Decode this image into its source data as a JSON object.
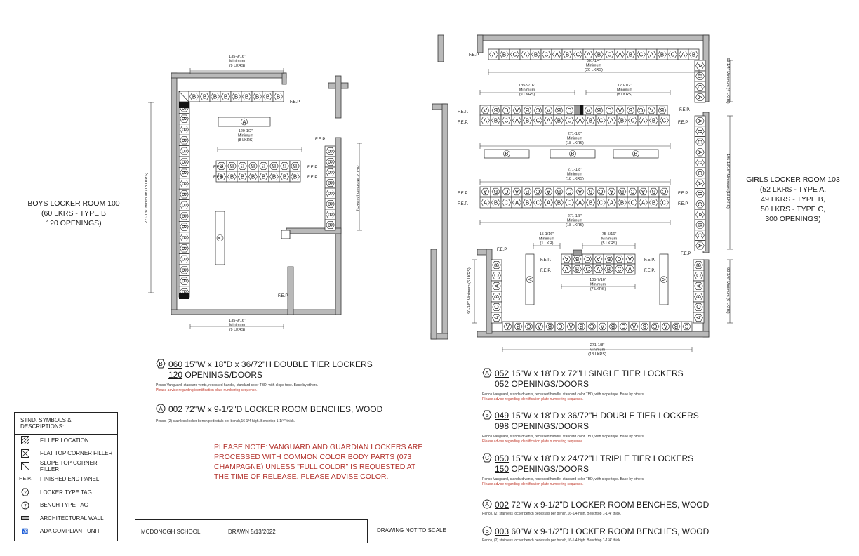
{
  "boys_room": {
    "title_lines": [
      "BOYS LOCKER ROOM 100",
      "(60 LKRS - TYPE B",
      "120 OPENINGS)"
    ],
    "dims": {
      "top": [
        "135-9/16\"",
        "Minimum",
        "(9 LKRS)"
      ],
      "bottom": [
        "135-9/16\"",
        "Minimum",
        "(9 LKRS)"
      ],
      "center": [
        "120-1/2\"",
        "Minimum",
        "(8 LKRS)"
      ],
      "left": "271-1/8\" Minimum (18 LKRS)",
      "right": "120-1/2\" Minimum (8 LKRS)"
    },
    "fep": "F.E.P.",
    "locker_letter": "B",
    "bench_a": "A",
    "bench_v": "V"
  },
  "girls_room": {
    "title_lines": [
      "GIRLS LOCKER ROOM 103",
      "(52 LKRS - TYPE A,",
      "49 LKRS - TYPE B,",
      "50 LKRS - TYPE C,",
      "300 OPENINGS)"
    ],
    "dims": {
      "top": [
        "301-1/4\"",
        "Minimum",
        "(20 LKRS)"
      ],
      "row1_left": [
        "135-9/16\"",
        "Minimum",
        "(9 LKRS)"
      ],
      "row1_right": [
        "120-1/2\"",
        "Minimum",
        "(8 LKRS)"
      ],
      "mid1": [
        "271-1/8\"",
        "Minimum",
        "(18 LKRS)"
      ],
      "mid2": [
        "271-1/8\"",
        "Minimum",
        "(18 LKRS)"
      ],
      "mid3": [
        "271-1/8\"",
        "Minimum",
        "(18 LKRS)"
      ],
      "small_left": [
        "15-1/16\"",
        "Minimum",
        "(1 LKR)"
      ],
      "small_right": [
        "75-5/16\"",
        "Minimum",
        "(5 LKRS)"
      ],
      "small_bottom": [
        "105-7/16\"",
        "Minimum",
        "(7 LKRS)"
      ],
      "bottom": [
        "271-1/8\"",
        "Minimum",
        "(18 LKRS)"
      ],
      "right_top": "60-1/4\" Minimum (4 LKRS)",
      "right_mid": "195-13/16\" Minimum (13 LKRS)",
      "right_bottom": "90-3/8\" Minimum (6 LKRS)",
      "left_bottom": "90-3/8\" Minimum (6 LKRS)"
    },
    "fep": "F.E.P.",
    "top_row": [
      "A",
      "B",
      "C",
      "A",
      "B",
      "C",
      "A",
      "B",
      "C",
      "A",
      "B",
      "C",
      "A",
      "B",
      "C",
      "A",
      "B",
      "C",
      "A",
      "B"
    ],
    "row_a": [
      "A",
      "B",
      "C",
      "A",
      "B",
      "C",
      "A",
      "B",
      "C",
      "A",
      "B",
      "C",
      "A",
      "B",
      "C",
      "A",
      "B",
      "C"
    ],
    "row_small": [
      "A",
      "B",
      "C",
      "A",
      "B",
      "C",
      "A"
    ],
    "bench_b": "B",
    "bench_v": "V"
  },
  "specs_left": [
    {
      "tag": "B",
      "qty": "060",
      "desc": "15\"W x 18\"D x 36/72\"H DOUBLE TIER LOCKERS",
      "open_qty": "120",
      "open_label": "OPENINGS/DOORS",
      "note": "Penco Vanguard, standard vents, recessed handle, standard color TBD, with slope tope. Base by others.",
      "note2": "Please advise regarding identification plate numbering sequence."
    },
    {
      "tag": "A",
      "qty": "002",
      "desc": "72\"W x 9-1/2\"D LOCKER ROOM BENCHES, WOOD",
      "note": "Penco, (2) stainless locker bench pedestals per bench,16-1/4 high. Benchtop 1-1/4\" thick."
    }
  ],
  "specs_right": [
    {
      "tag": "A",
      "qty": "052",
      "desc": "15\"W x 18\"D x 72\"H SINGLE TIER LOCKERS",
      "open_qty": "052",
      "open_label": "OPENINGS/DOORS",
      "note": "Penco Vanguard, standard vents, recessed handle, standard color TBD, with slope tope. Base by others.",
      "note2": "Please advise regarding identification plate numbering sequence."
    },
    {
      "tag": "B",
      "qty": "049",
      "desc": "15\"W x 18\"D x 36/72\"H DOUBLE TIER LOCKERS",
      "open_qty": "098",
      "open_label": "OPENINGS/DOORS",
      "note": "Penco Vanguard, standard vents, recessed handle, standard color TBD, with slope tope. Base by others.",
      "note2": "Please advise regarding identification plate numbering sequence."
    },
    {
      "tag": "C",
      "qty": "050",
      "desc": "15\"W x 18\"D x 24/72\"H TRIPLE TIER LOCKERS",
      "open_qty": "150",
      "open_label": "OPENINGS/DOORS",
      "note": "Penco Vanguard, standard vents, recessed handle, standard color TBD, with slope tope. Base by others.",
      "note2": "Please advise regarding identification plate numbering sequence."
    },
    {
      "tag": "A",
      "qty": "002",
      "desc": "72\"W x 9-1/2\"D LOCKER ROOM BENCHES, WOOD",
      "note": "Penco, (2) stainless locker bench pedestals per bench,16-1/4 high. Benchtop 1-1/4\" thick."
    },
    {
      "tag": "B",
      "qty": "003",
      "desc": "60\"W x 9-1/2\"D LOCKER ROOM BENCHES, WOOD",
      "note": "Penco, (2) stainless locker bench pedestals per bench,16-1/4 high. Benchtop 1-1/4\" thick."
    }
  ],
  "red_note": "PLEASE NOTE: VANGUARD AND GUARDIAN LOCKERS ARE PROCESSED WITH COMMON COLOR BODY PARTS (073 CHAMPAGNE) UNLESS \"FULL COLOR\" IS REQUESTED AT THE TIME OF RELEASE. PLEASE ADVISE COLOR.",
  "legend": {
    "header": "STND. SYMBOLS & DESCRIPTIONS:",
    "items": [
      {
        "sym": "filler-hatch",
        "label": "FILLER LOCATION"
      },
      {
        "sym": "flat-corner",
        "label": "FLAT TOP CORNER FILLER"
      },
      {
        "sym": "slope-corner",
        "label": "SLOPE TOP CORNER FILLER"
      },
      {
        "sym": "fep-text",
        "text": "F.E.P.",
        "label": "FINISHED END PANEL"
      },
      {
        "sym": "hexagon",
        "text": "?",
        "label": "LOCKER TYPE TAG"
      },
      {
        "sym": "circle",
        "text": "?",
        "label": "BENCH TYPE TAG"
      },
      {
        "sym": "wall",
        "label": "ARCHITECTURAL WALL"
      },
      {
        "sym": "ada",
        "text": "♿",
        "label": "ADA COMPLIANT UNIT"
      }
    ]
  },
  "title_block": {
    "school": "MCDONOGH SCHOOL",
    "drawn": "DRAWN 5/13/2022",
    "blank": ""
  },
  "not_to_scale": "DRAWING NOT TO SCALE",
  "colors": {
    "wall": "#b9b9b9",
    "line": "#1a1a1a",
    "red": "#b2302a"
  }
}
